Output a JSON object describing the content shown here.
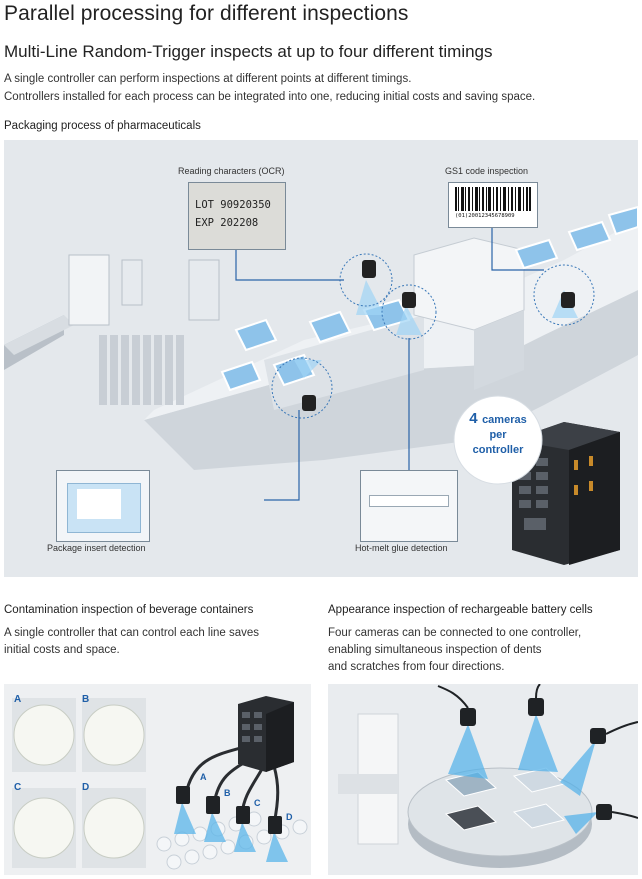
{
  "title": "Parallel processing for different inspections",
  "subtitle": "Multi-Line Random-Trigger inspects at up to four different timings",
  "intro": {
    "line1": "A single controller can perform inspections at different points at different timings.",
    "line2": "Controllers installed for each process can be integrated into one, reducing initial costs and saving space."
  },
  "packaging": {
    "heading": "Packaging process of pharmaceuticals",
    "ocr_label": "Reading characters (OCR)",
    "ocr_lot": "LOT 90920350",
    "ocr_exp": "EXP 202208",
    "gs1_label": "GS1 code inspection",
    "gs1_digits": "(01)20012345678909",
    "insert_label": "Package insert detection",
    "glue_label": "Hot-melt glue detection",
    "cameras_num": "4",
    "cameras_word": "cameras",
    "cameras_per": "per",
    "cameras_controller": "controller"
  },
  "beverage": {
    "heading": "Contamination inspection of beverage containers",
    "line1": "A single controller that can control each line saves",
    "line2": "initial costs and space.",
    "letters": [
      "A",
      "B",
      "C",
      "D"
    ]
  },
  "battery": {
    "heading": "Appearance inspection of rechargeable battery cells",
    "line1": "Four cameras can be connected to one controller,",
    "line2": "enabling simultaneous inspection of dents",
    "line3": "and scratches from four directions."
  },
  "colors": {
    "accent": "#1f5fa8",
    "panel": "#e4e8ec",
    "beam": "#3aa0e0"
  }
}
